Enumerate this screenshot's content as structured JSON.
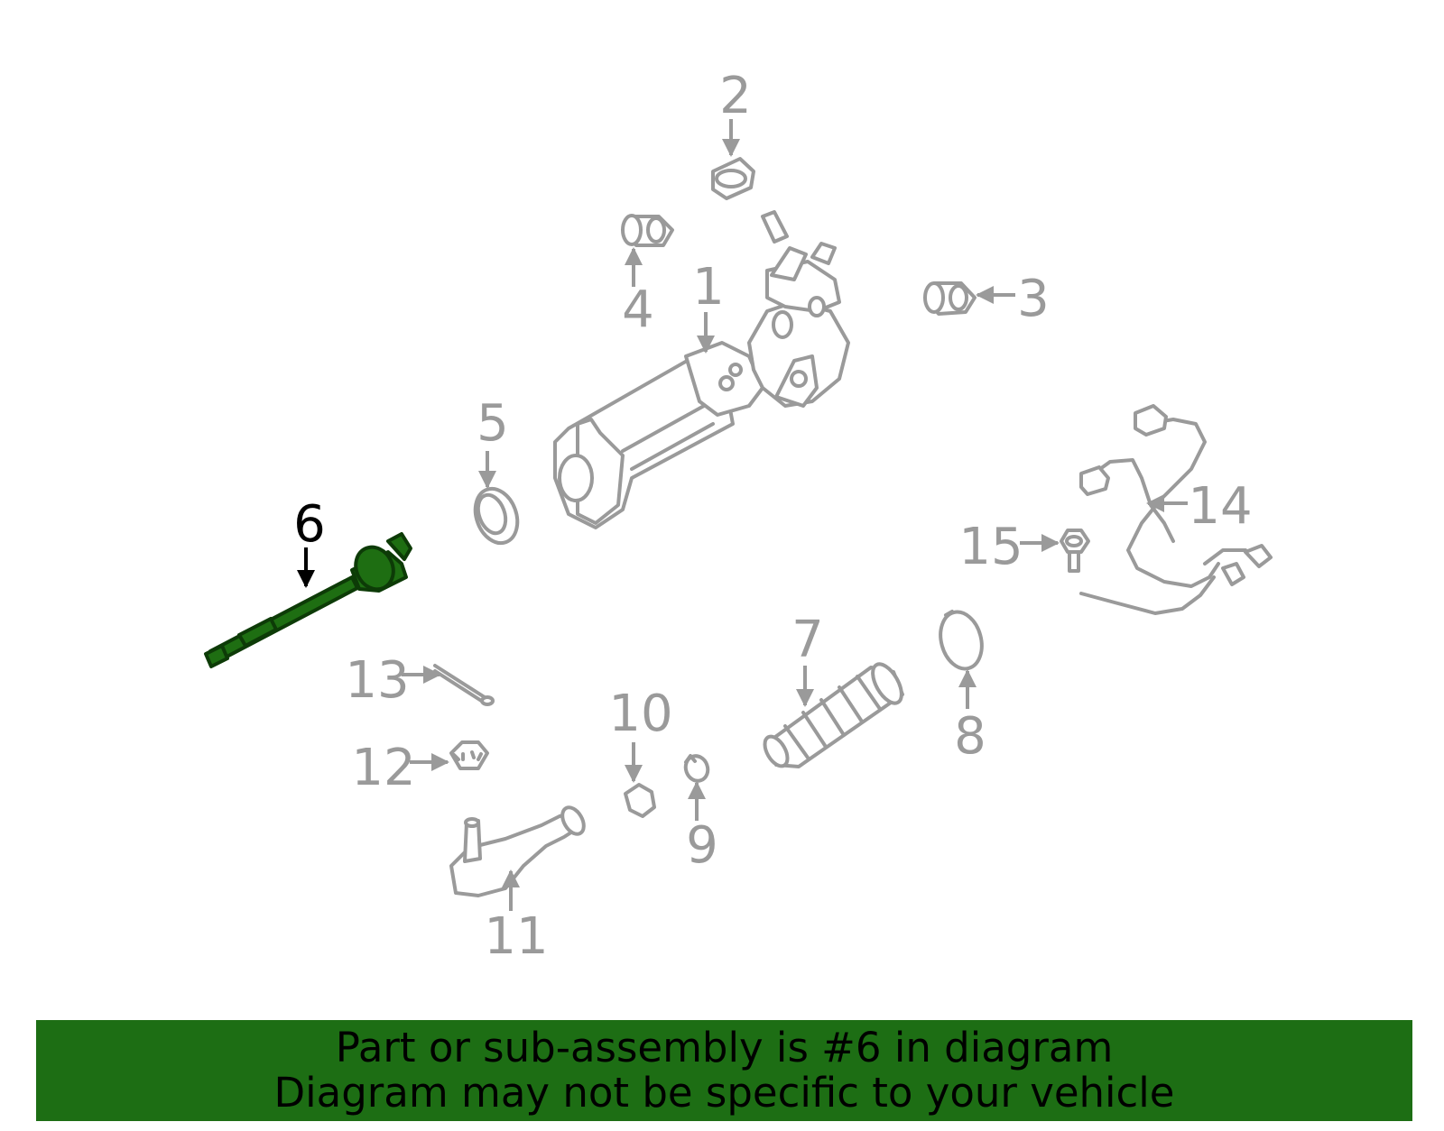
{
  "diagram": {
    "highlighted_part": "6",
    "highlight_color": "#1d6e14",
    "callouts": {
      "c1": "1",
      "c2": "2",
      "c3": "3",
      "c4": "4",
      "c5": "5",
      "c6": "6",
      "c7": "7",
      "c8": "8",
      "c9": "9",
      "c10": "10",
      "c11": "11",
      "c12": "12",
      "c13": "13",
      "c14": "14",
      "c15": "15"
    }
  },
  "banner": {
    "line1": "Part or sub-assembly is #6 in diagram",
    "line2": "Diagram may not be specific to your vehicle",
    "background_color": "#1d6e14"
  }
}
